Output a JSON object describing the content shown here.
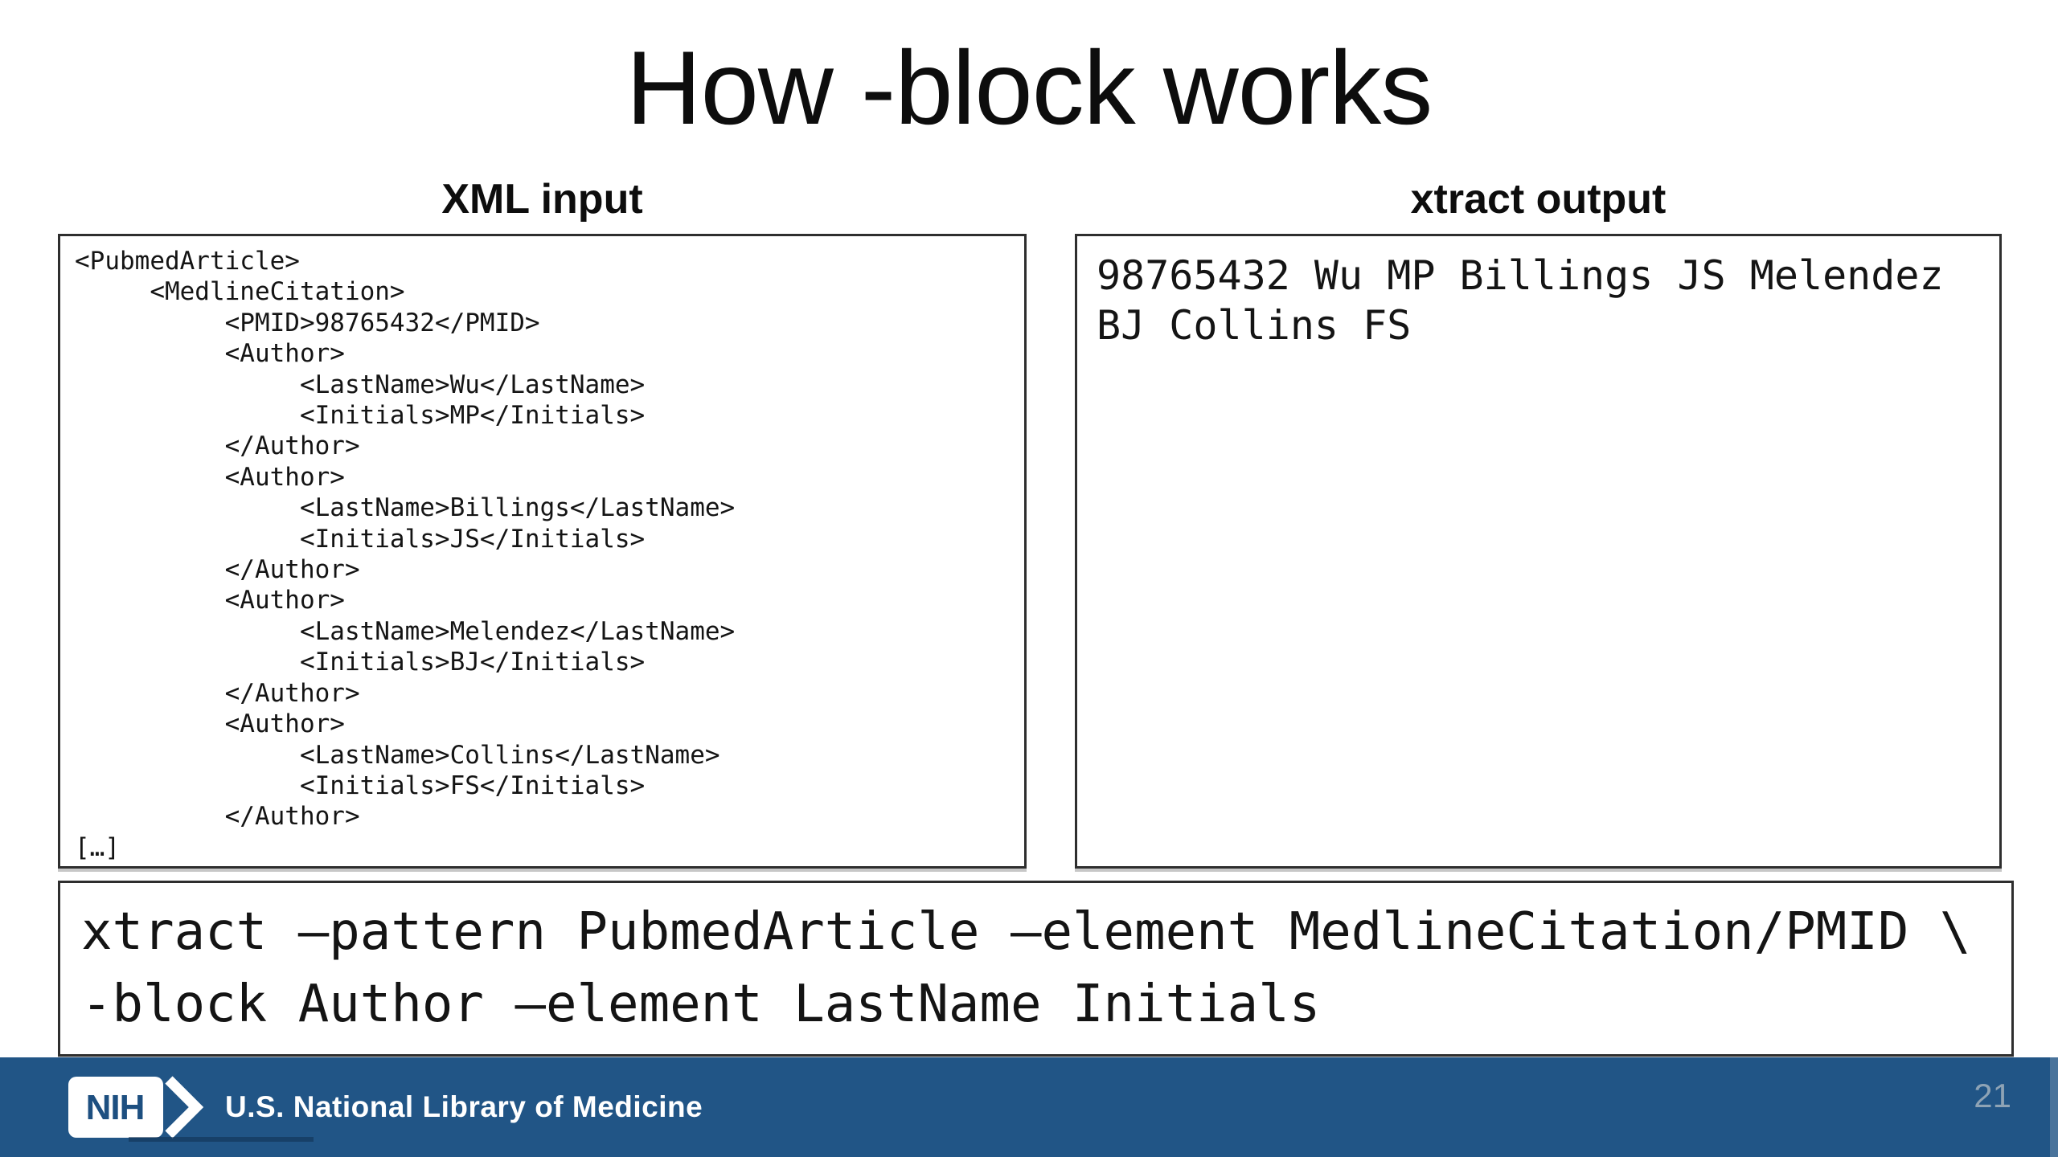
{
  "slide": {
    "title": "How -block works"
  },
  "columns": {
    "left_header": "XML input",
    "right_header": "xtract output"
  },
  "xml_input": {
    "lines": [
      "<PubmedArticle>",
      "     <MedlineCitation>",
      "          <PMID>98765432</PMID>",
      "          <Author>",
      "               <LastName>Wu</LastName>",
      "               <Initials>MP</Initials>",
      "          </Author>",
      "          <Author>",
      "               <LastName>Billings</LastName>",
      "               <Initials>JS</Initials>",
      "          </Author>",
      "          <Author>",
      "               <LastName>Melendez</LastName>",
      "               <Initials>BJ</Initials>",
      "          </Author>",
      "          <Author>",
      "               <LastName>Collins</LastName>",
      "               <Initials>FS</Initials>",
      "          </Author>",
      "[…]"
    ]
  },
  "xtract_output": {
    "text": "98765432 Wu MP Billings JS Melendez BJ Collins FS"
  },
  "command": {
    "lines": [
      "xtract –pattern PubmedArticle –element MedlineCitation/PMID \\",
      "-block Author –element LastName Initials"
    ]
  },
  "footer": {
    "logo_text": "NIH",
    "org_name": "U.S. National Library of Medicine",
    "page_number": "21",
    "bar_color": "#215586",
    "logo_letter_color": "#1d4f80",
    "page_number_color": "#8EA3B5"
  }
}
